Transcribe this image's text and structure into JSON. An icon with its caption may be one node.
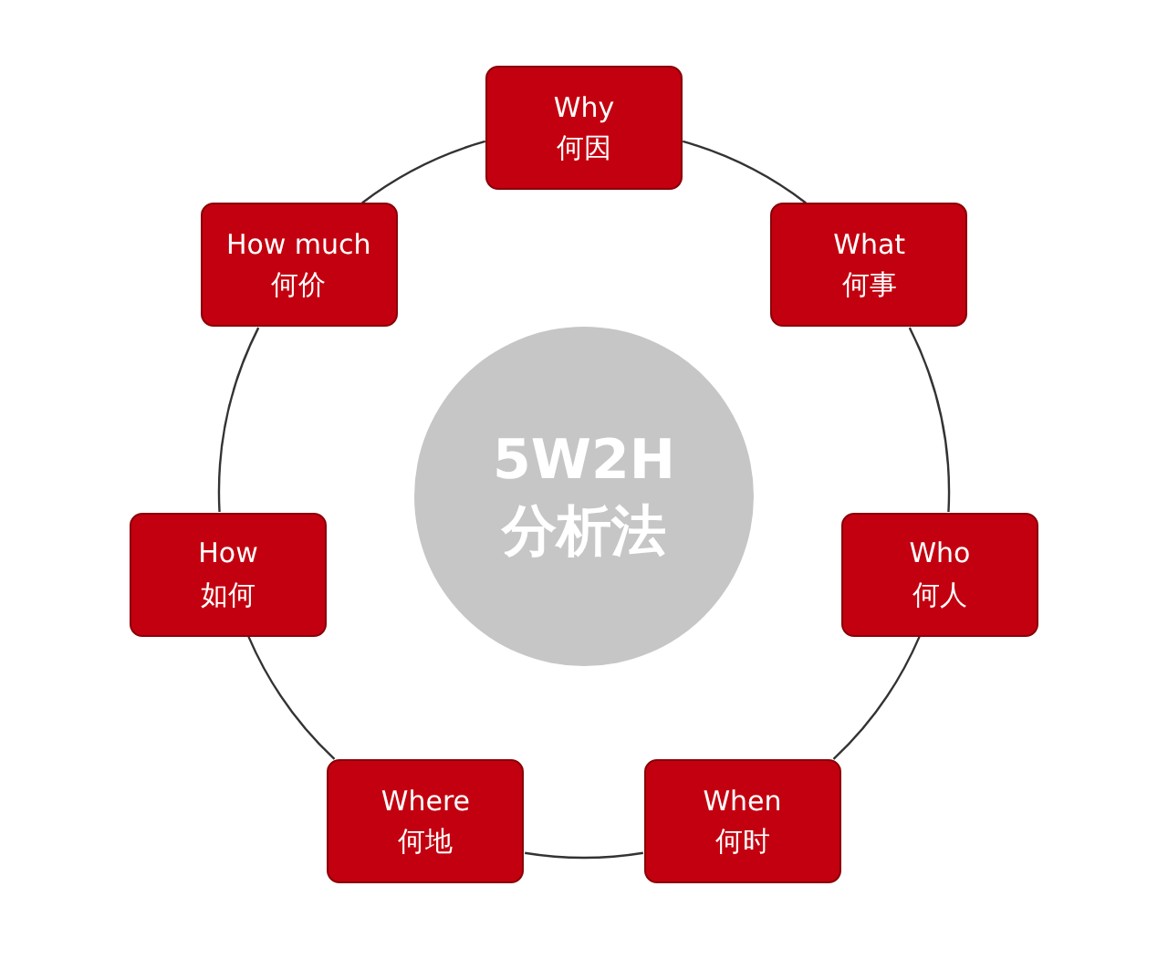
{
  "diagram": {
    "nodes": [
      {
        "text": [
          "5W2H 分析法"
        ]
      },
      {
        "text": [
          "Why",
          "何因"
        ]
      },
      {
        "text": [
          "What",
          "何事"
        ]
      },
      {
        "text": [
          "Who",
          "何人"
        ]
      },
      {
        "text": [
          "When",
          "何时"
        ]
      },
      {
        "text": [
          "Where",
          "何地"
        ]
      },
      {
        "text": [
          "How",
          "如何"
        ]
      },
      {
        "text": [
          "How much",
          "何价"
        ]
      }
    ],
    "edges": [
      {
        "from": 1,
        "to": 2,
        "arrow": "none"
      },
      {
        "from": 2,
        "to": 3,
        "arrow": "none"
      },
      {
        "from": 3,
        "to": 4,
        "arrow": "none"
      },
      {
        "from": 4,
        "to": 5,
        "arrow": "none"
      },
      {
        "from": 5,
        "to": 6,
        "arrow": "none"
      },
      {
        "from": 6,
        "to": 7,
        "arrow": "none"
      },
      {
        "from": 7,
        "to": 1,
        "arrow": "none"
      }
    ]
  }
}
